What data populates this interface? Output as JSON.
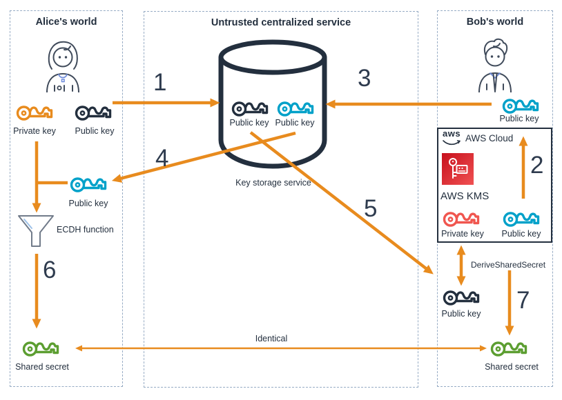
{
  "alice": {
    "title": "Alice's world",
    "private_key_label": "Private key",
    "public_key_label": "Public key",
    "received_public_key_label": "Public key",
    "ecdh_label": "ECDH function",
    "shared_secret_label": "Shared secret"
  },
  "service": {
    "title": "Untrusted centralized service",
    "stored_key_1_label": "Public key",
    "stored_key_2_label": "Public key",
    "caption": "Key storage service"
  },
  "bob": {
    "title": "Bob's world",
    "public_key_label": "Public key",
    "cloud": {
      "logo_text": "aws",
      "title": "AWS Cloud",
      "kms_label": "AWS KMS",
      "private_key_label": "Private key",
      "public_key_label": "Public key"
    },
    "derive_label": "DeriveSharedSecret",
    "received_public_key_label": "Public key",
    "shared_secret_label": "Shared secret"
  },
  "steps": [
    "1",
    "2",
    "3",
    "4",
    "5",
    "6",
    "7"
  ],
  "identical_label": "Identical",
  "colors": {
    "arrow_orange": "#E88B1E",
    "key_orange": "#E88B1E",
    "key_cyan": "#00A1C9",
    "key_green": "#5C9E31",
    "key_red": "#F0564F",
    "ink_navy": "#232F3E",
    "dashed_border": "#96ABC4",
    "kms_gradient_start": "#C7101C",
    "kms_gradient_end": "#F05152"
  }
}
